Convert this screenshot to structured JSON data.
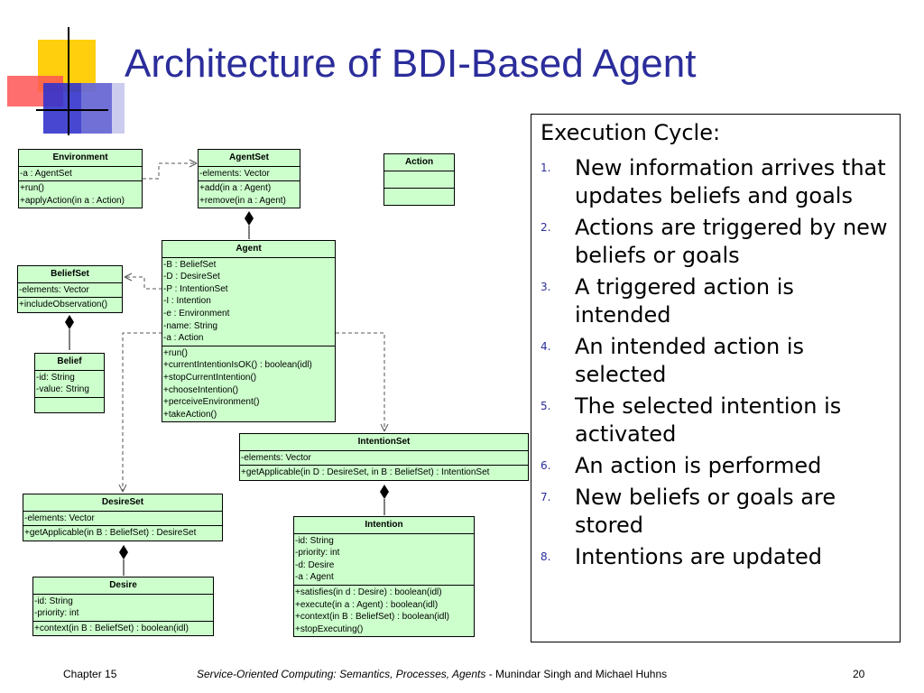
{
  "slide": {
    "title": "Architecture of BDI-Based Agent"
  },
  "panel": {
    "heading": "Execution Cycle:",
    "items": [
      {
        "num": "1.",
        "text": "New information arrives that updates beliefs and goals"
      },
      {
        "num": "2.",
        "text": "Actions are triggered by new beliefs or goals"
      },
      {
        "num": "3.",
        "text": "A triggered action is intended"
      },
      {
        "num": "4.",
        "text": "An intended action is selected"
      },
      {
        "num": "5.",
        "text": "The selected intention is activated"
      },
      {
        "num": "6.",
        "text": "An action is performed"
      },
      {
        "num": "7.",
        "text": "New beliefs or goals are stored"
      },
      {
        "num": "8.",
        "text": "Intentions are updated"
      }
    ]
  },
  "classes": {
    "environment": {
      "name": "Environment",
      "attrs": [
        "-a : AgentSet"
      ],
      "ops": [
        "+run()",
        "+applyAction(in a : Action)"
      ]
    },
    "agentset": {
      "name": "AgentSet",
      "attrs": [
        "-elements: Vector"
      ],
      "ops": [
        "+add(in a : Agent)",
        "+remove(in a : Agent)"
      ]
    },
    "action": {
      "name": "Action"
    },
    "agent": {
      "name": "Agent",
      "attrs": [
        "-B : BeliefSet",
        "-D : DesireSet",
        "-P : IntentionSet",
        "-I : Intention",
        "-e : Environment",
        "-name: String",
        "-a : Action"
      ],
      "ops": [
        "+run()",
        "+currentIntentionIsOK() : boolean(idl)",
        "+stopCurrentIntention()",
        "+chooseIntention()",
        "+perceiveEnvironment()",
        "+takeAction()"
      ]
    },
    "beliefset": {
      "name": "BeliefSet",
      "attrs": [
        "-elements: Vector"
      ],
      "ops": [
        "+includeObservation()"
      ]
    },
    "belief": {
      "name": "Belief",
      "attrs": [
        "-id: String",
        "-value: String"
      ]
    },
    "intentionset": {
      "name": "IntentionSet",
      "attrs": [
        "-elements: Vector"
      ],
      "ops": [
        "+getApplicable(in D : DesireSet, in B : BeliefSet) : IntentionSet"
      ]
    },
    "desireset": {
      "name": "DesireSet",
      "attrs": [
        "-elements: Vector"
      ],
      "ops": [
        "+getApplicable(in B : BeliefSet) : DesireSet"
      ]
    },
    "intention": {
      "name": "Intention",
      "attrs": [
        "-id: String",
        "-priority: int",
        "-d: Desire",
        "-a : Agent"
      ],
      "ops": [
        "+satisfies(in d : Desire) : boolean(idl)",
        "+execute(in a : Agent) : boolean(idl)",
        "+context(in B : BeliefSet) : boolean(idl)",
        "+stopExecuting()"
      ]
    },
    "desire": {
      "name": "Desire",
      "attrs": [
        "-id: String",
        "-priority: int"
      ],
      "ops": [
        "+context(in B : BeliefSet) : boolean(idl)"
      ]
    }
  },
  "footer": {
    "left": "Chapter 15",
    "center_italic": "Service-Oriented Computing: Semantics, Processes, Agents",
    "center_rest": " - Munindar Singh and Michael Huhns",
    "right": "20"
  },
  "colors": {
    "title": "#2b2d9b",
    "class_fill": "#ccffcc",
    "logo_yellow": "#ffcc00",
    "logo_red": "#ff3333",
    "logo_blue": "#3333cc"
  }
}
